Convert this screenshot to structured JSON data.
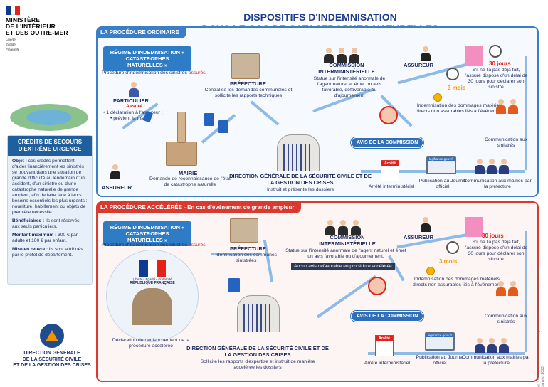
{
  "ministry": {
    "lines": [
      "MINISTÈRE",
      "DE L'INTÉRIEUR",
      "ET DES OUTRE-MER"
    ],
    "devise": [
      "Liberté",
      "Égalité",
      "Fraternité"
    ],
    "flag_colors": [
      "#0d3b91",
      "#ffffff",
      "#e2231a"
    ]
  },
  "title": {
    "line1": "DISPOSITIFS D'INDEMNISATION",
    "line2": "DANS LE CAS DE CATASTROPHES NATURELLES"
  },
  "credits": {
    "title": "CRÉDITS DE SECOURS D'EXTRÊME URGENCE",
    "objet_label": "Objet :",
    "objet_text": " ces crédits permettent d'aider financièrement les sinistrés se trouvant dans une situation de grande difficulté au lendemain d'un accident, d'un sinistre ou d'une catastrophe naturelle de grande ampleur, afin de faire face à leurs besoins essentiels les plus urgents : nourriture, habillement ou objets de première nécessité.",
    "beneficiaires_label": "Bénéficiaires :",
    "beneficiaires_text": " ils sont réservés aux seuls particuliers.",
    "montant_label": "Montant maximum :",
    "montant_text": " 300 € par adulte et 100 € par enfant.",
    "mise_label": "Mise en œuvre :",
    "mise_text": " ils sont attribués par le préfet de département."
  },
  "dgscgc": {
    "lines": [
      "DIRECTION GÉNÉRALE",
      "DE LA SÉCURITÉ CIVILE",
      "ET DE LA GESTION DES CRISES"
    ]
  },
  "ordinaire": {
    "tab": "LA PROCÉDURE ORDINAIRE",
    "regime": "RÉGIME D'INDEMNISATION « CATASTROPHES NATURELLES »",
    "proc_text": "Procédure d'indemnisation des sinistrés ",
    "proc_highlight": "assurés",
    "particulier": "PARTICULIER",
    "assure": "Assuré :",
    "assure_items": [
      "1 déclaration à l'assureur ;",
      "prévient la mairie"
    ],
    "assureur_left": "ASSUREUR",
    "mairie": "MAIRIE",
    "mairie_text": "Demande de reconnaissance de l'état de catastrophe naturelle",
    "prefecture": "PRÉFECTURE",
    "prefecture_text": "Centralise les demandes communales et sollicite les rapports techniques",
    "dgscgc_title": "DIRECTION GÉNÉRALE DE LA SÉCURITÉ CIVILE ET DE LA GESTION DES CRISES",
    "dgscgc_text": "Instruit et présente les dossiers",
    "commission": "COMMISSION INTERMINISTÉRIELLE",
    "commission_text": "Statue sur l'intensité anormale de l'agent naturel et émet un avis favorable, défavorable ou d'ajournement",
    "avis": "AVIS DE LA COMMISSION",
    "assureur_right": "ASSUREUR",
    "days_30": "30 jours",
    "days_text": "S'il ne l'a pas déjà fait, l'assuré dispose d'un délai de 30 jours pour déclarer son sinistre",
    "mois_3": "3 mois",
    "indemn_text": "Indemnisation des dommages matériels directs non assurables liés à l'événement",
    "comm_sinistres": "Communication aux sinistrés",
    "arrete_inter": "Arrêté interministériel",
    "publication": "Publication au Journal officiel",
    "comm_mairies": "Communication aux mairies par la préfecture",
    "arrete_label": "Arrêté",
    "legifrance": "legifrance.gouv.fr"
  },
  "acceleree": {
    "tab": "LA PROCÉDURE ACCÉLÉRÉE - En cas d'événement de grande ampleur",
    "regime": "RÉGIME D'INDEMNISATION « CATASTROPHES NATURELLES »",
    "proc_text": "Procédure d'indemnisation des sinistrés ",
    "proc_highlight": "assurés",
    "rf_line1": "Liberté • Égalité • Fraternité",
    "rf_line2": "RÉPUBLIQUE FRANÇAISE",
    "declaration": "Déclaration de déclenchement de la procédure accélérée",
    "prefecture": "PRÉFECTURE",
    "prefecture_text": "Identification des communes sinistrées",
    "dgscgc_title": "DIRECTION GÉNÉRALE DE LA SÉCURITÉ CIVILE ET DE LA GESTION DES CRISES",
    "dgscgc_text": "Sollicite les rapports d'expertise et instruit de manière accélérée les dossiers",
    "commission": "COMMISSION INTERMINISTÉRIELLE",
    "commission_text": "Statue sur l'intensité anormale de l'agent naturel et émet un avis favorable ou d'ajournement.",
    "note": "Aucun avis défavorable en procédure accélérée",
    "avis": "AVIS DE LA COMMISSION",
    "assureur_right": "ASSUREUR",
    "days_30": "30 jours",
    "days_text": "S'il ne l'a pas déjà fait, l'assuré dispose d'un délai de 30 jours pour déclarer son sinistre",
    "mois_3": "3 mois",
    "indemn_text": "Indemnisation des dommages matériels directs non assurables liés à l'événement",
    "comm_sinistres": "Communication aux sinistrés",
    "arrete_inter": "Arrêté interministériel",
    "publication": "Publication au Journal officiel",
    "comm_mairies": "Communication aux mairies par la préfecture",
    "arrete_label": "Arrêté",
    "legifrance": "legifrance.gouv.fr"
  },
  "credit_vertical": "© DGSCGC/Communication. Infographie : Bruno Lemaître/Sécurité civile - Janvier 2023"
}
